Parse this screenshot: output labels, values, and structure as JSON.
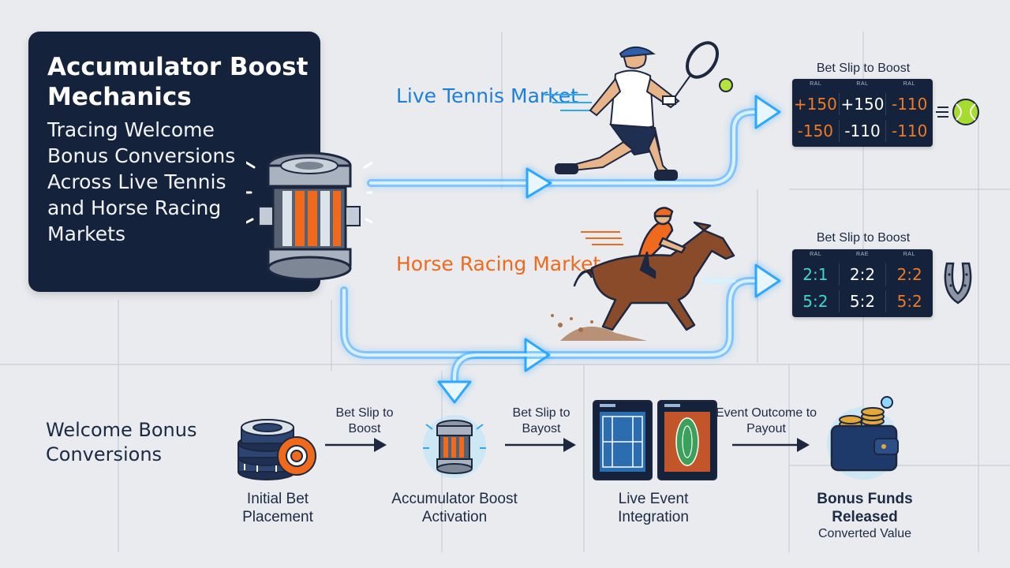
{
  "title": {
    "main": "Accumulator Boost Mechanics",
    "subtitle": "Tracing Welcome Bonus Conversions Across Live Tennis and Horse Racing Markets"
  },
  "markets": {
    "tennis": "Live Tennis Market",
    "horse": "Horse Racing Market"
  },
  "odds_tennis": {
    "title": "Bet Slip to Boost",
    "heads": [
      "RAL",
      "RAL",
      "RAL"
    ],
    "rows": [
      [
        "+150",
        "+150",
        "-110"
      ],
      [
        "-150",
        "-110",
        "-110"
      ]
    ]
  },
  "odds_horse": {
    "title": "Bet Slip to Boost",
    "heads": [
      "RAL",
      "RAE",
      "RAL"
    ],
    "rows": [
      [
        "2:1",
        "2:2",
        "2:2"
      ],
      [
        "5:2",
        "5:2",
        "5:2"
      ]
    ]
  },
  "flow": {
    "welcome": "Welcome Bonus Conversions",
    "arrow_1": "Bet Slip to Boost",
    "arrow_2": "Bet Slip to Bayost",
    "arrow_3": "Event Outcome to Payout",
    "step_1": "Initial Bet Placement",
    "step_2": "Accumulator Boost Activation",
    "step_3": "Live Event Integration",
    "step_4": "Bonus Funds Released",
    "step_4_note": "Converted Value"
  },
  "colors": {
    "navy": "#14223b",
    "glow_blue": "#2aa7ff",
    "tennis_blue": "#1f7fd8",
    "horse_orange": "#ef6a1c",
    "odds_orange": "#f07a24",
    "odds_teal": "#3ed7d0",
    "background": "#e9ebee"
  },
  "icons": [
    "accumulator-cylinder-icon",
    "tennis-player-icon",
    "tennis-ball-icon",
    "horse-jockey-icon",
    "horseshoe-icon",
    "poker-chips-icon",
    "tablet-screens-icon",
    "wallet-coins-icon"
  ]
}
